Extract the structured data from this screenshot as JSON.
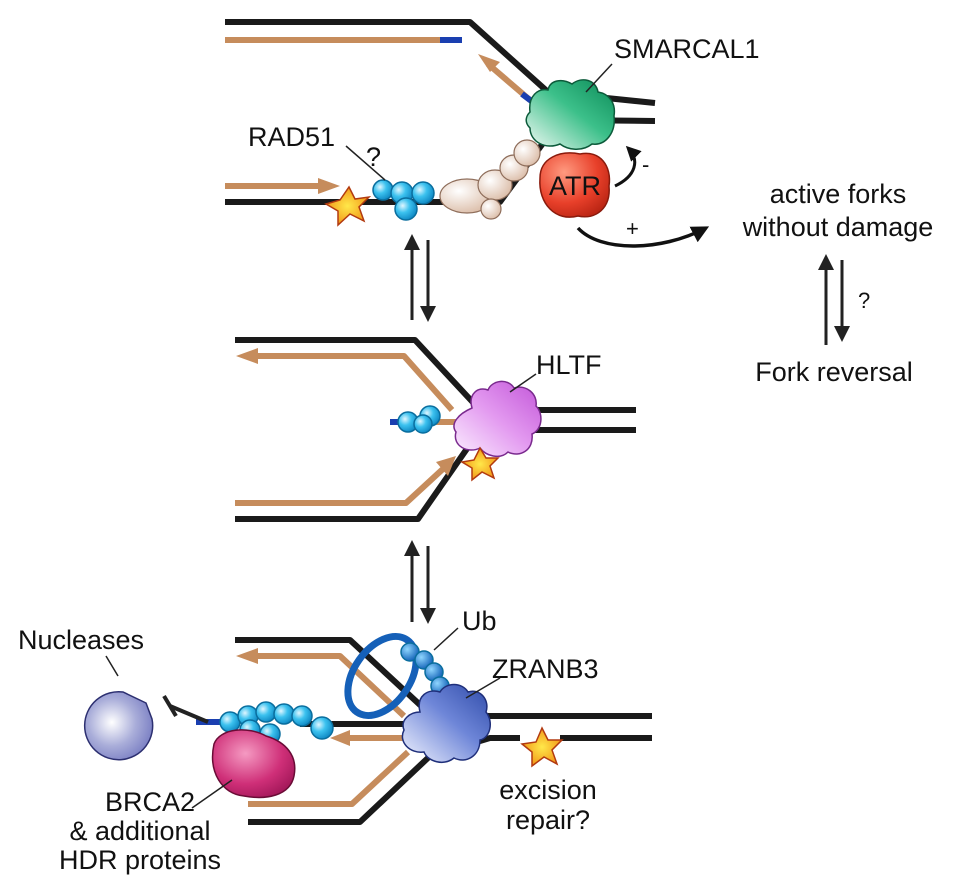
{
  "labels": {
    "smarcal1": "SMARCAL1",
    "rad51": "RAD51",
    "rad51_q": "?",
    "atr": "ATR",
    "minus": "-",
    "plus": "+",
    "active_forks": "active forks",
    "without_damage": "without damage",
    "reversal_q": "?",
    "fork_reversal": "Fork reversal",
    "hltf": "HLTF",
    "ub": "Ub",
    "zranb3": "ZRANB3",
    "nucleases": "Nucleases",
    "brca2": "BRCA2",
    "additional": "& additional",
    "hdr_proteins": "HDR proteins",
    "excision": "excision",
    "repair": "repair?"
  },
  "colors": {
    "dna_backbone": "#1a1a1a",
    "nascent_strand": "#c68c5c",
    "strand_end": "#1a3fb0",
    "rad51": "#29b6e8",
    "smarcal1": "#1aa36b",
    "atr": "#e8402a",
    "atrip_chain": "#e3c9b8",
    "hltf": "#d98ae8",
    "zranb3": "#3a58b8",
    "brca2": "#c2246a",
    "nuclease": "#8a8fd0",
    "lesion_star": "#f5a20f"
  }
}
